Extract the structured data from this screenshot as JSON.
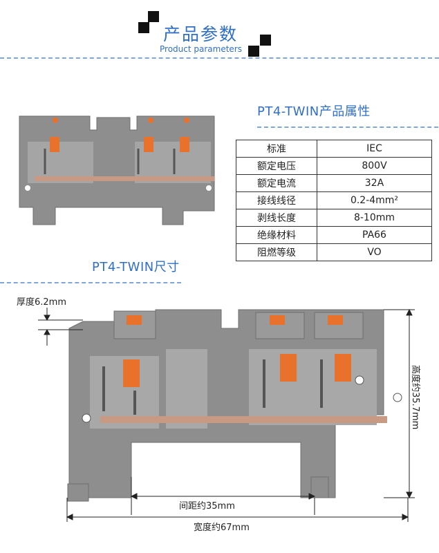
{
  "header": {
    "title": "产品参数",
    "subtitle": "Product parameters"
  },
  "specs": {
    "title": "PT4-TWIN产品属性",
    "rows": [
      {
        "label": "标准",
        "value": "IEC"
      },
      {
        "label": "额定电压",
        "value": "800V"
      },
      {
        "label": "额定电流",
        "value": "32A"
      },
      {
        "label": "接线线径",
        "value": "0.2-4mm²"
      },
      {
        "label": "剥线长度",
        "value": "8-10mm"
      },
      {
        "label": "绝缘材料",
        "value": "PA66"
      },
      {
        "label": "阻燃等级",
        "value": "VO"
      }
    ]
  },
  "dimensions": {
    "title": "PT4-TWIN尺寸",
    "thickness": "厚度6.2mm",
    "height": "高度约35.7mm",
    "pitch": "间距约35mm",
    "width": "宽度约67mm"
  },
  "colors": {
    "accent": "#2f6fc6",
    "housing": "#8e8e8e",
    "release_button": "#e8712b",
    "copper_bridge": "#c89a84"
  }
}
